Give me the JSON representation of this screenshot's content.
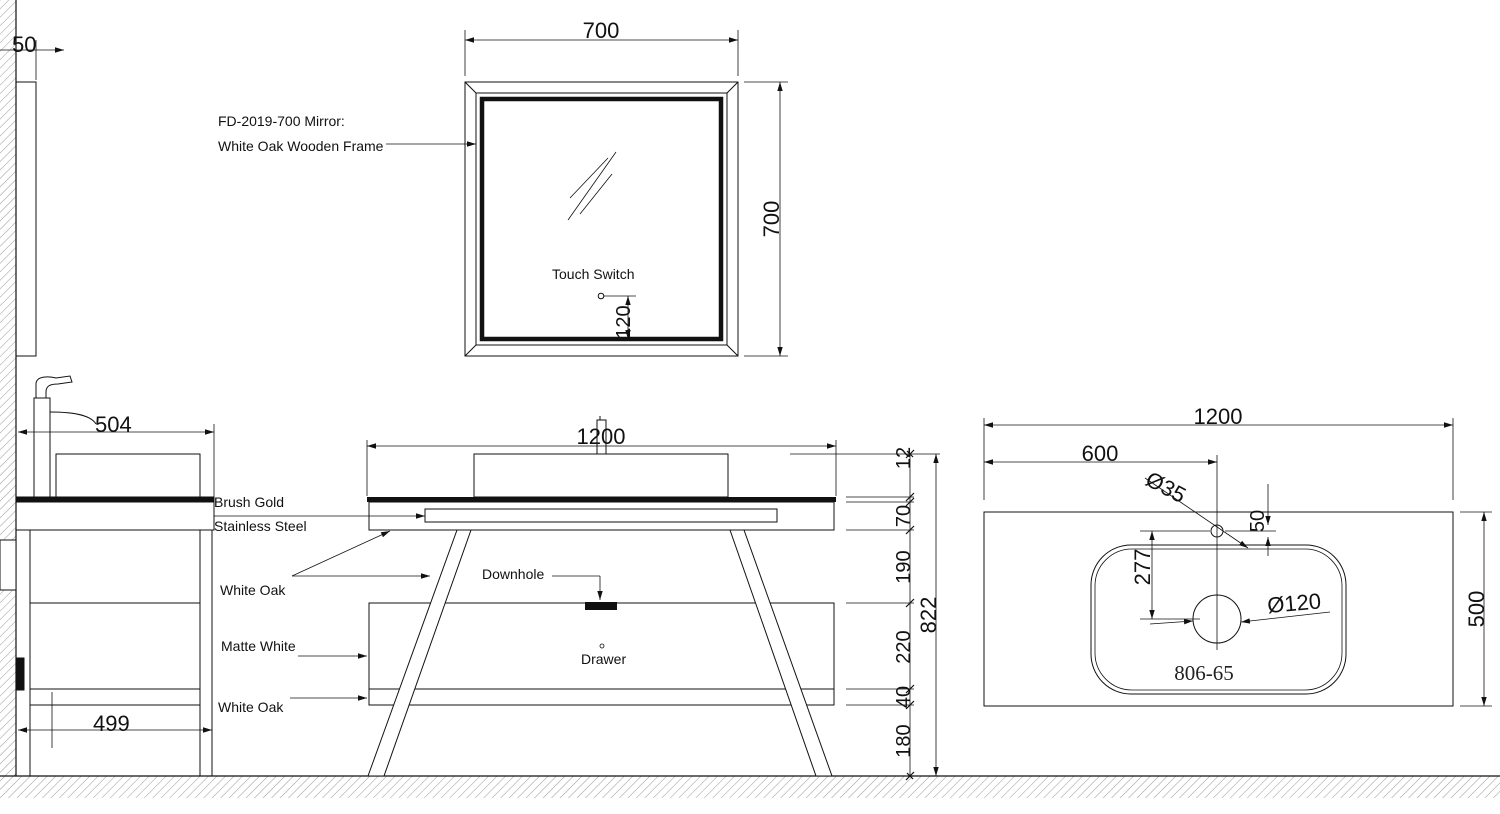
{
  "colors": {
    "line": "#111111",
    "hatch": "#9a9a9a",
    "background": "#ffffff"
  },
  "dimensions": {
    "wall_offset": "50",
    "mirror_width": "700",
    "mirror_height": "700",
    "touch_switch_offset": "120",
    "side_depth": "504",
    "side_cabinet_depth": "499",
    "front_width": "1200",
    "front_heights": [
      "12",
      "70",
      "190",
      "220",
      "40",
      "180"
    ],
    "front_total_height": "822",
    "top_width": "1200",
    "top_half_width": "600",
    "top_depth": "500",
    "tap_hole": "Ø35",
    "tap_hole_offset": "50",
    "drain_offset": "277",
    "drain_hole": "Ø120"
  },
  "labels": {
    "mirror_model": "FD-2019-700 Mirror:",
    "mirror_frame": "White Oak Wooden Frame",
    "touch_switch": "Touch Switch",
    "brush_gold": "Brush Gold",
    "stainless_steel": "Stainless Steel",
    "white_oak_legs": "White Oak",
    "downhole": "Downhole",
    "matte_white": "Matte White",
    "drawer": "Drawer",
    "white_oak_shelf": "White Oak",
    "basin_model": "806-65"
  }
}
